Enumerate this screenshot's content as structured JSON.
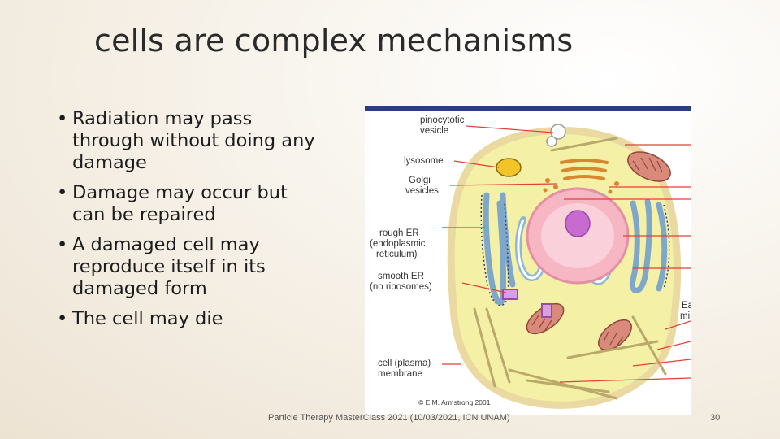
{
  "slide": {
    "title": "cells are complex mechanisms",
    "bullets": [
      "Radiation may pass through without doing any damage",
      "Damage may occur but can be repaired",
      "A damaged cell may reproduce itself in its damaged form",
      "The cell may die"
    ],
    "bullet_symbol": "•",
    "footer": "Particle Therapy MasterClass 2021 (10/03/2021, ICN UNAM)",
    "page_number": "30"
  },
  "figure": {
    "labels": {
      "pinocytotic_1": "pinocytotic",
      "pinocytotic_2": "vesicle",
      "lysosome": "lysosome",
      "golgi_1": "Golgi",
      "golgi_2": "vesicles",
      "rough_er_1": "rough ER",
      "rough_er_2": "(endoplasmic",
      "rough_er_3": "reticulum)",
      "smooth_er_1": "smooth ER",
      "smooth_er_2": "(no ribosomes)",
      "cell_membrane_1": "cell (plasma)",
      "cell_membrane_2": "membrane",
      "cut_1": "Ea",
      "cut_2": "mi",
      "credit": "© E.M. Armstrong 2001"
    },
    "colors": {
      "cytoplasm": "#f4f0a6",
      "nucleus": "#f6b6c4",
      "nucleolus": "#c76bd0",
      "pointer": "#e0403a",
      "membrane": "#ead9a0"
    }
  }
}
